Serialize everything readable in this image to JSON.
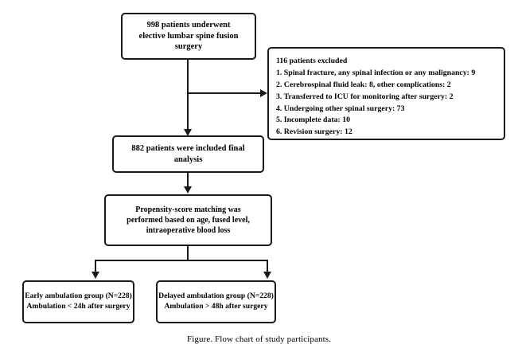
{
  "figure": {
    "caption": "Figure.  Flow chart of study participants.",
    "background_color": "#ffffff",
    "line_color": "#1a1a1a"
  },
  "nodes": {
    "enrolled": {
      "lines": [
        "998 patients underwent",
        "elective lumbar spine fusion",
        "surgery"
      ]
    },
    "excluded": {
      "heading": "116 patients excluded",
      "items": [
        "1. Spinal fracture, any spinal infection or any malignancy: 9",
        "2. Cerebrospinal fluid leak: 8, other complications: 2",
        "3. Transferred to ICU for monitoring after surgery: 2",
        "4. Undergoing other spinal surgery: 73",
        "5. Incomplete data: 10",
        "6. Revision surgery:  12"
      ]
    },
    "included": {
      "lines": [
        "882 patients were included final",
        "analysis"
      ]
    },
    "matching": {
      "lines": [
        "Propensity-score matching was",
        "performed based on age, fused level,",
        "intraoperative blood loss"
      ]
    },
    "early_group": {
      "lines": [
        "Early ambulation group (N=228)",
        "Ambulation < 24h after surgery"
      ]
    },
    "delayed_group": {
      "lines": [
        "Delayed ambulation group (N=228)",
        "Ambulation  > 48h after surgery"
      ]
    }
  },
  "chart_data": {
    "type": "diagram",
    "title": "Figure.  Flow chart of study participants.",
    "diagram_kind": "participant-flow-chart",
    "total_enrolled": 998,
    "total_excluded": 116,
    "total_included": 882,
    "matched_per_group": 228,
    "exclusion_breakdown": [
      {
        "reason": "Spinal fracture, any spinal infection or any malignancy",
        "n": 9
      },
      {
        "reason": "Cerebrospinal fluid leak",
        "n": 8
      },
      {
        "reason": "Other complications",
        "n": 2
      },
      {
        "reason": "Transferred to ICU for monitoring after surgery",
        "n": 2
      },
      {
        "reason": "Undergoing other spinal surgery",
        "n": 73
      },
      {
        "reason": "Incomplete data",
        "n": 10
      },
      {
        "reason": "Revision surgery",
        "n": 12
      }
    ],
    "groups": [
      {
        "name": "Early ambulation group",
        "n": 228,
        "definition": "Ambulation < 24h after surgery"
      },
      {
        "name": "Delayed ambulation group",
        "n": 228,
        "definition": "Ambulation > 48h after surgery"
      }
    ],
    "matching_variables": [
      "age",
      "fused level",
      "intraoperative blood loss"
    ]
  }
}
